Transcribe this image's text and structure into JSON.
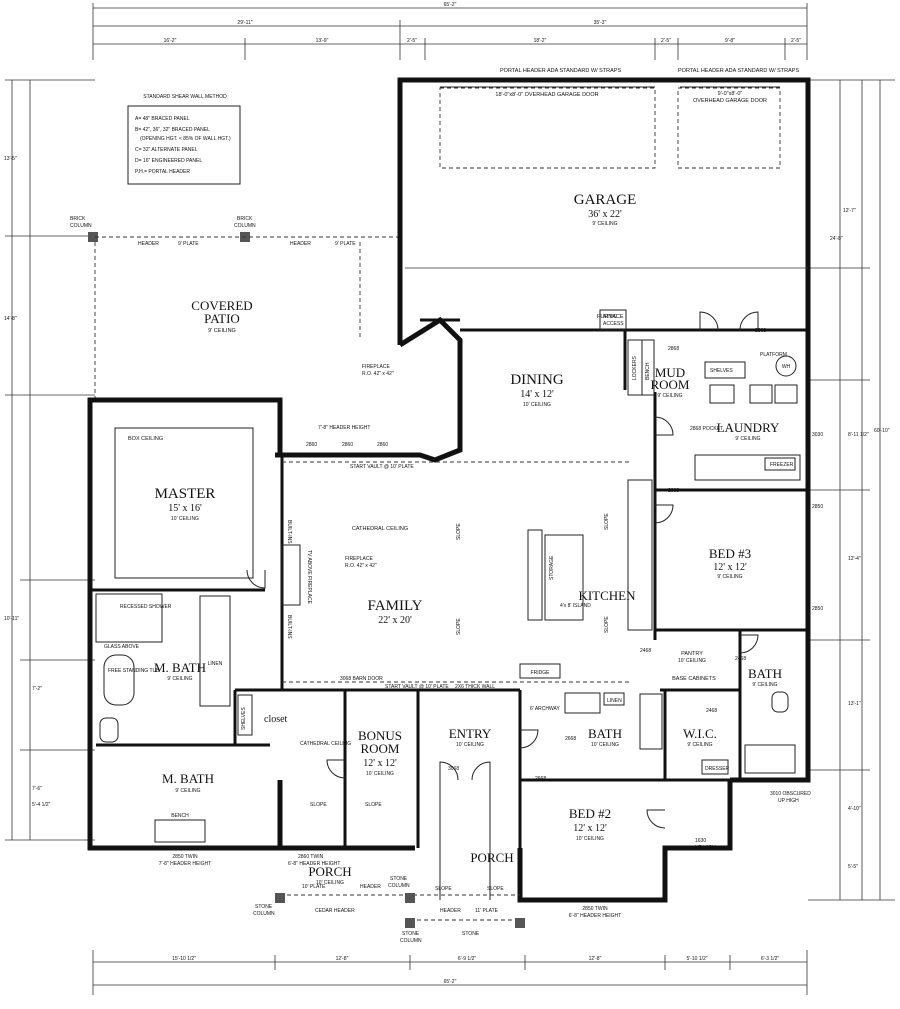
{
  "legend": {
    "title": "STANDARD SHEAR WALL METHOD",
    "lines": [
      "A= 48\" BRACED PANEL",
      "B= 42\", 36\", 32\" BRACED PANEL",
      "(OPENING HGT. < 85% OF WALL HGT.)",
      "C= 32\" ALTERNATE PANEL",
      "D= 16\" ENGINEERED PANEL",
      "P.H.= PORTAL HEADER"
    ]
  },
  "rooms": {
    "garage": {
      "name": "GARAGE",
      "size": "36' x 22'",
      "ceiling": "9' CEILING"
    },
    "patio": {
      "name1": "COVERED",
      "name2": "PATIO",
      "ceiling": "9' CEILING"
    },
    "master": {
      "name": "MASTER",
      "size": "15' x 16'",
      "ceiling": "10' CEILING",
      "box": "BOX CEILING"
    },
    "dining": {
      "name": "DINING",
      "size": "14' x 12'",
      "ceiling": "10' CEILING"
    },
    "family": {
      "name": "FAMILY",
      "size": "22' x 20'",
      "ceiling": "CATHEDRAL CEILING"
    },
    "kitchen": {
      "name": "KITCHEN"
    },
    "mudroom": {
      "name1": "MUD",
      "name2": "ROOM",
      "ceiling": "9' CEILING"
    },
    "laundry": {
      "name": "LAUNDRY",
      "ceiling": "9' CEILING"
    },
    "bed3": {
      "name": "BED #3",
      "size": "12' x 12'",
      "ceiling": "9' CEILING"
    },
    "pantry": {
      "name": "PANTRY",
      "ceiling": "10' CEILING"
    },
    "bath3": {
      "name": "BATH",
      "ceiling": "9' CEILING"
    },
    "mbath1": {
      "name": "M. BATH",
      "ceiling": "9' CEILING"
    },
    "mbath2": {
      "name": "M. BATH",
      "ceiling": "9' CEILING"
    },
    "bonus": {
      "name1": "BONUS",
      "name2": "ROOM",
      "size": "12' x 12'",
      "ceiling": "10' CEILING"
    },
    "entry": {
      "name": "ENTRY",
      "ceiling": "10' CEILING"
    },
    "bath2": {
      "name": "BATH",
      "ceiling": "10' CEILING"
    },
    "wic": {
      "name": "W.I.C.",
      "ceiling": "9' CEILING"
    },
    "bed2": {
      "name": "BED #2",
      "size": "12' x 12'",
      "ceiling": "10' CEILING"
    },
    "porch1": {
      "name": "PORCH",
      "ceiling": "10' CEILING"
    },
    "porch2": {
      "name": "PORCH"
    }
  },
  "labels": {
    "garage_door_1": "18'-0\"x8'-0\" OVERHEAD GARAGE DOOR",
    "garage_door_2a": "9'-0\"x8'-0\"",
    "garage_door_2b": "OVERHEAD GARAGE DOOR",
    "portal_header_1": "PORTAL HEADER  ADA STANDARD W/ STRAPS",
    "portal_header_2": "PORTAL HEADER  ADA STANDARD W/ STRAPS",
    "brick_col_1": "BRICK",
    "brick_col_1b": "COLUMN",
    "brick_col_2": "BRICK",
    "brick_col_2b": "COLUMN",
    "header_a": "HEADER",
    "plate_a": "9' PLATE",
    "header_b": "HEADER",
    "plate_b": "9' PLATE",
    "fireplace_1": "FIREPLACE",
    "fireplace_1b": "R.O. 42\" x 42\"",
    "fireplace_2": "FIREPLACE",
    "fireplace_2b": "R.O. 42\" x 42\"",
    "tv_fireplace": "TV ABOVE FIREPLACE",
    "built_ins_1": "BUILT-INS",
    "built_ins_2": "BUILT-INS",
    "storage": "STORAGE",
    "island": "4'x 8' ISLAND",
    "furnace": "FURNACE",
    "attic": "ATTIC",
    "attic_access": "ACCESS",
    "platform": "PLATFORM",
    "wh": "WH",
    "shelves": "SHELVES",
    "lockers": "LOCKERS",
    "bench": "BENCH",
    "freezer": "FREEZER",
    "fridge": "FRIDGE",
    "base_cabinets": "BASE CABINETS",
    "linen_1": "LINEN",
    "linen_2": "LINEN",
    "closet": "closet",
    "shelves_2": "SHELVES",
    "barn_door": "3068 BARN DOOR",
    "start_vault_1": "START VAULT @ 10' PLATE",
    "start_vault_2": "START VAULT @ 10' PLATE",
    "thick_wall": "2X6 THICK WALL",
    "archway_6": "6' ARCHWAY",
    "cathedral_2": "CATHEDRAL CEILING",
    "header_height_1": "7'-8\" HEADER HEIGHT",
    "dresser": "DRESSER",
    "recessed_shower": "RECESSED SHOWER",
    "glass_above": "GLASS ABOVE",
    "free_tub": "FREE STANDING TUB",
    "twin_1": "2850 TWIN",
    "twin_1b": "7'-8\" HEADER HEIGHT",
    "twin_2": "2860 TWIN",
    "twin_2b": "6'-8\" HEADER HEIGHT",
    "twin_3": "2850 TWIN",
    "twin_3b": "6'-8\" HEADER HEIGHT",
    "obscured": "3010 OBSCURED",
    "obscured_b": "UP HIGH",
    "up_high": "1630",
    "up_high_b": "UP HIGH",
    "stone_col_1": "STONE",
    "stone_col_1b": "COLUMN",
    "stone_col_2": "STONE",
    "stone_col_2b": "COLUMN",
    "stone_col_3": "STONE",
    "stone_col_3b": "COLUMN",
    "stone": "STONE",
    "cedar_header": "CEDAR HEADER",
    "header_porch": "HEADER",
    "plate_porch_1": "10' PLATE",
    "plate_porch_2": "11' PLATE",
    "slope": "SLOPE"
  },
  "dimensions": {
    "top_total": "65'-2\"",
    "top_left": "29'-11\"",
    "top_right": "35'-3\"",
    "top_seg": [
      "16'-2\"",
      "13'-9\"",
      "2'-5\"",
      "18'-2\"",
      "2'-5\"",
      "9'-8\"",
      "2'-5\""
    ],
    "bottom_total": "65'-2\"",
    "bottom_seg": [
      "15'-10 1/2\"",
      "12'-8\"",
      "6'-9 1/2\"",
      "12'-8\"",
      "5'-10 1/2\"",
      "6'-3 1/2\""
    ],
    "left": [
      "13'-5\"",
      "14'-8\"",
      "10'-11\"",
      "7'-2\"",
      "7'-6\"",
      "5'-4 1/2\""
    ],
    "right": [
      "12'-7\"",
      "24'-8\"",
      "60'-10\"",
      "8'-11 1/2\"",
      "13'-1\"",
      "12'-4\"",
      "4'-10\"",
      "5'-5\""
    ]
  },
  "doors": [
    "2860",
    "2860",
    "2860",
    "2868",
    "2868",
    "3068",
    "2068",
    "2668",
    "2468",
    "2850",
    "2850",
    "3030",
    "2868 POCKET",
    "2468",
    "2668",
    "2468"
  ]
}
